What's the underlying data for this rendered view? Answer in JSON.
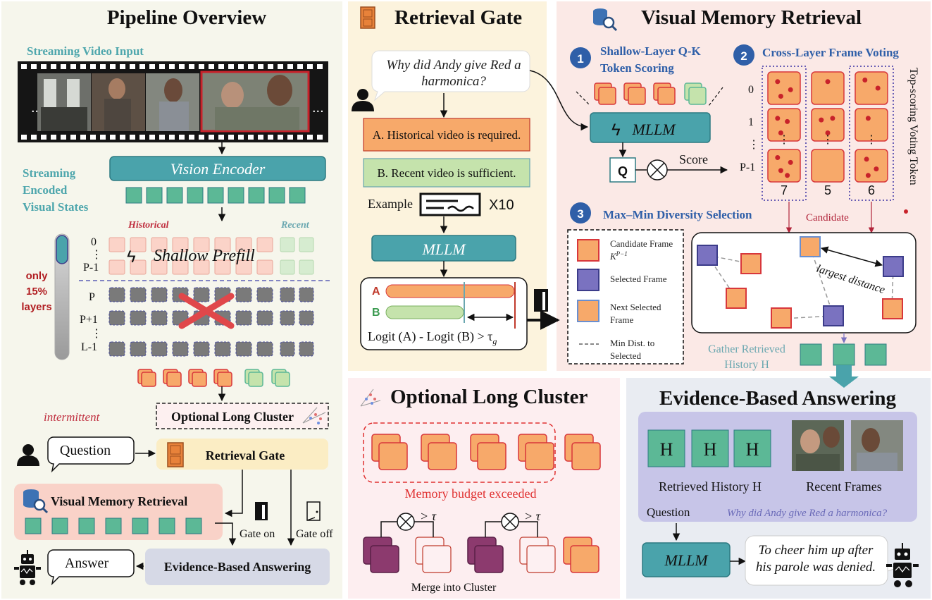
{
  "colors": {
    "panel_pipeline": "#f6f6ec",
    "panel_gate": "#fcf3dd",
    "panel_retrieval": "#fbe9e6",
    "panel_cluster": "#fdeef0",
    "panel_answer": "#e9ecf2",
    "teal": "#4fa7ad",
    "token_green": "#5cb896",
    "orange": "#f7a96a",
    "red": "#d8373b",
    "purple": "#7a72c0",
    "blue_text": "#2f5fa8",
    "dark_red": "#b1243a"
  },
  "pipeline": {
    "title": "Pipeline Overview",
    "video_input_label": "Streaming Video Input",
    "film_dots_left": "...",
    "film_dots_right": "...",
    "vision_encoder": "Vision Encoder",
    "encoded_label": [
      "Streaming",
      "Encoded",
      "Visual States"
    ],
    "historical_label": "Historical",
    "recent_label": "Recent",
    "shallow_prefill": "Shallow Prefill",
    "layer_labels": [
      "0",
      "P-1",
      "P",
      "P+1",
      "L-1"
    ],
    "vdots": "⋮",
    "only_label": [
      "only",
      "15%",
      "layers"
    ],
    "optional_long_cluster": "Optional Long Cluster",
    "intermittent": "intermittent",
    "question": "Question",
    "retrieval_gate": "Retrieval Gate",
    "visual_memory_retrieval": "Visual Memory Retrieval",
    "gate_on": "Gate on",
    "gate_off": "Gate off",
    "answer": "Answer",
    "evidence_answering": "Evidence-Based Answering"
  },
  "gate": {
    "title": "Retrieval Gate",
    "question_lines": [
      "Why did Andy give Red a",
      "harmonica?"
    ],
    "option_a": "A. Historical video is required.",
    "option_b": "B. Recent video is sufficient.",
    "example_label": "Example",
    "example_count": "X10",
    "mllm": "MLLM",
    "bar_a": "A",
    "bar_b": "B",
    "formula": "Logit (A) - Logit (B) > τ",
    "formula_sub": "g"
  },
  "retrieval": {
    "title": "Visual Memory Retrieval",
    "step1_num": "1",
    "step1_lines": [
      "Shallow-Layer Q-K",
      "Token Scoring"
    ],
    "step2_num": "2",
    "step2": "Cross-Layer Frame Voting",
    "step3_num": "3",
    "step3": "Max–Min Diversity Selection",
    "mllm": "MLLM",
    "q": "Q",
    "score": "Score",
    "row_labels": [
      "0",
      "1",
      "P-1"
    ],
    "vote_counts": [
      "7",
      "5",
      "6"
    ],
    "side_label": "Top-scoring Voting Token",
    "candidate": "Candidate",
    "legend": [
      {
        "text": [
          "Candidate Frame",
          "K"
        ],
        "sup": "P−1"
      },
      {
        "text": [
          "Selected Frame"
        ]
      },
      {
        "text": [
          "Next Selected",
          "Frame"
        ]
      },
      {
        "text": [
          "Min Dist. to",
          "Selected"
        ]
      }
    ],
    "largest_distance": "largest  distance",
    "gather_lines": [
      "Gather Retrieved",
      "History H"
    ]
  },
  "cluster": {
    "title": "Optional Long Cluster",
    "budget": "Memory budget exceeded",
    "tau": "> τ",
    "merge": "Merge into Cluster"
  },
  "answer": {
    "title": "Evidence-Based Answering",
    "h": "H",
    "retrieved": "Retrieved History H",
    "recent_frames": "Recent Frames",
    "question_label": "Question",
    "question_text": "Why did Andy give Red a harmonica?",
    "mllm": "MLLM",
    "response_lines": [
      "To cheer him up after",
      "his parole was denied."
    ]
  }
}
